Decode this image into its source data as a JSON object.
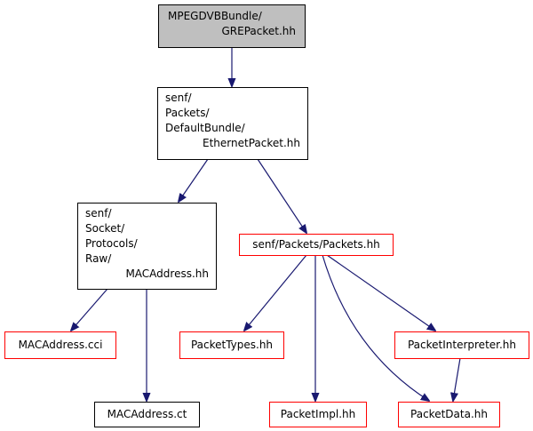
{
  "nodes": {
    "gre_packet": {
      "lines": [
        "MPEGDVBBundle/",
        "GREPacket.hh"
      ],
      "style": "current"
    },
    "ethernet_packet": {
      "lines": [
        "senf/",
        "Packets/",
        "DefaultBundle/",
        "EthernetPacket.hh"
      ],
      "style": "black"
    },
    "mac_address_hh": {
      "lines": [
        "senf/",
        "Socket/",
        "Protocols/",
        "Raw/",
        "MACAddress.hh"
      ],
      "style": "black"
    },
    "packets_hh": {
      "label": "senf/Packets/Packets.hh",
      "style": "red"
    },
    "mac_address_cci": {
      "label": "MACAddress.cci",
      "style": "red"
    },
    "mac_address_ct": {
      "label": "MACAddress.ct",
      "style": "black"
    },
    "packet_types": {
      "label": "PacketTypes.hh",
      "style": "red"
    },
    "packet_interpreter": {
      "label": "PacketInterpreter.hh",
      "style": "red"
    },
    "packet_impl": {
      "label": "PacketImpl.hh",
      "style": "red"
    },
    "packet_data": {
      "label": "PacketData.hh",
      "style": "red"
    }
  },
  "edges": [
    [
      "gre_packet",
      "ethernet_packet"
    ],
    [
      "ethernet_packet",
      "mac_address_hh"
    ],
    [
      "ethernet_packet",
      "packets_hh"
    ],
    [
      "mac_address_hh",
      "mac_address_cci"
    ],
    [
      "mac_address_hh",
      "mac_address_ct"
    ],
    [
      "packets_hh",
      "packet_types"
    ],
    [
      "packets_hh",
      "packet_impl"
    ],
    [
      "packets_hh",
      "packet_data"
    ],
    [
      "packets_hh",
      "packet_interpreter"
    ],
    [
      "packet_interpreter",
      "packet_data"
    ]
  ],
  "colors": {
    "edge": "#191970",
    "current_fill": "#bfbfbf",
    "red_border": "#ff0000",
    "black_border": "#000000"
  }
}
